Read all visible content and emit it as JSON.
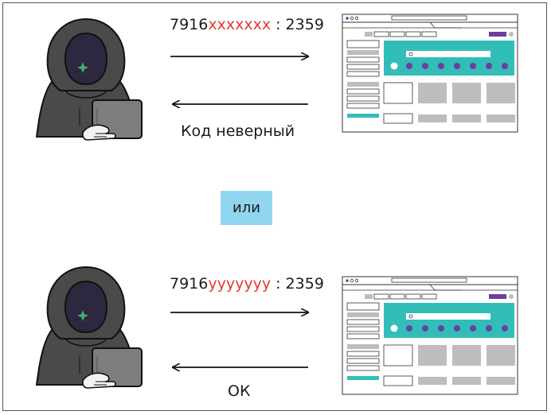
{
  "scene_top": {
    "request": {
      "prefix": "7916",
      "masked": "xxxxxxx",
      "suffix": " : 2359"
    },
    "response": "Код неверный"
  },
  "separator": "или",
  "scene_bottom": {
    "request": {
      "prefix": "7916",
      "masked": "yyyyyyy",
      "suffix": " : 2359"
    },
    "response": "ОК"
  },
  "colors": {
    "masked_text": "#e53935",
    "badge_bg": "#8fd6ee",
    "browser_accent": "#33bdb8",
    "browser_button": "#6a3fa0",
    "hacker_hood": "#4a4a4a",
    "hacker_face": "#2d2740",
    "hacker_eye": "#3fae6a",
    "laptop": "#7d7d7d"
  }
}
